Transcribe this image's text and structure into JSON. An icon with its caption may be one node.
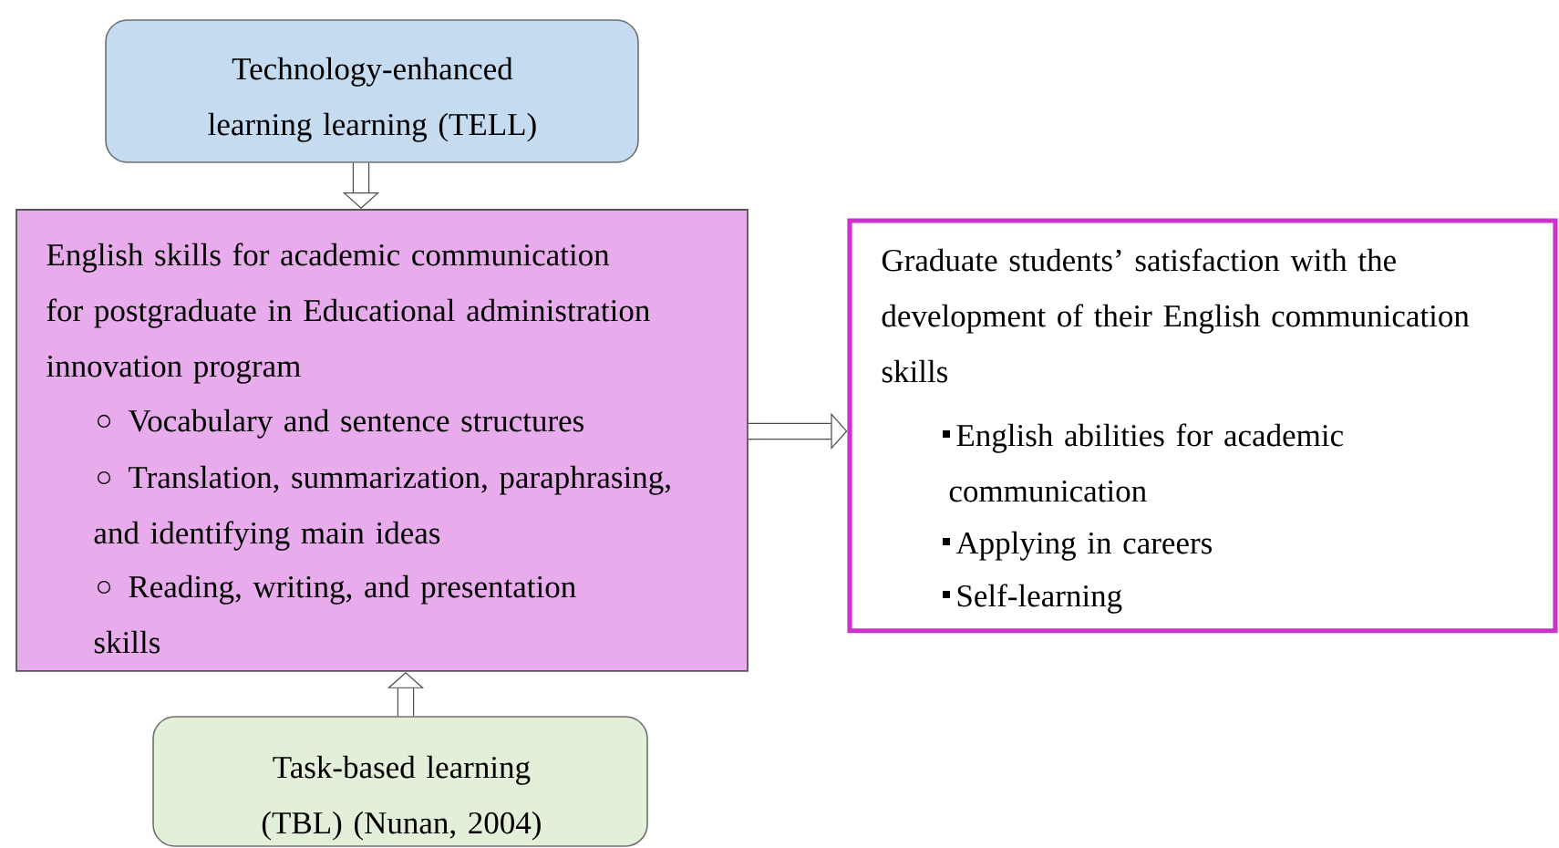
{
  "diagram": {
    "nodes": [
      {
        "text": [
          "Technology-enhanced learning learning (TELL)"
        ]
      },
      {
        "text": [
          "English skills for academic communication for postgraduate in Educational administration innovation program",
          "Vocabulary and sentence structures",
          "Translation, summarization, paraphrasing, and identifying main ideas",
          "Reading, writing, and presentation skills"
        ]
      },
      {
        "text": [
          "Graduate students’ satisfaction with the development of their English communication skills",
          "English abilities for academic communication",
          "Applying in careers",
          "Self-learning"
        ]
      },
      {
        "text": [
          "Task-based learning (TBL) (Nunan, 2004)"
        ]
      }
    ],
    "edges": [
      {
        "from": 0,
        "to": 1,
        "arrow": "to"
      },
      {
        "from": 3,
        "to": 1,
        "arrow": "to"
      },
      {
        "from": 1,
        "to": 2,
        "arrow": "to"
      }
    ]
  }
}
